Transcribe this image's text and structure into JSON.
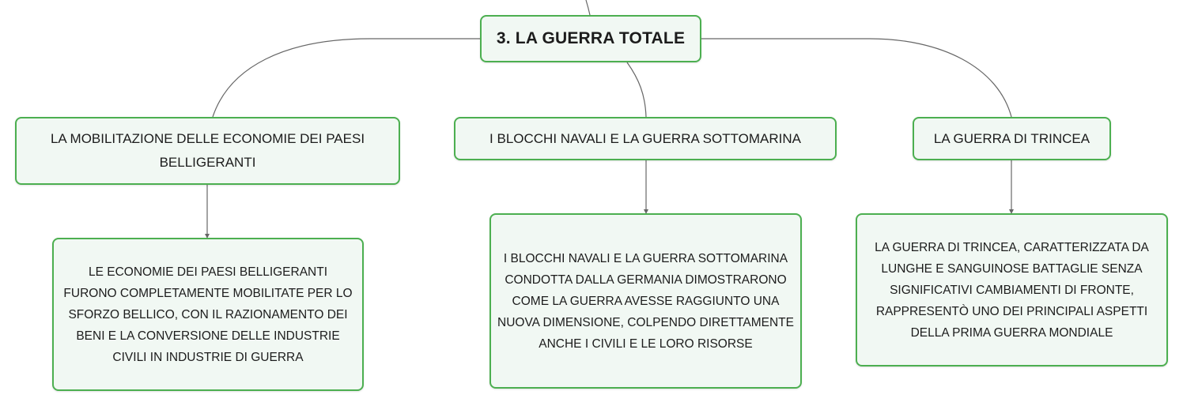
{
  "diagram": {
    "root": {
      "label": "3. LA GUERRA TOTALE"
    },
    "branches": [
      {
        "label": "LA MOBILITAZIONE DELLE ECONOMIE DEI PAESI BELLIGERANTI",
        "detail": "LE ECONOMIE DEI PAESI BELLIGERANTI FURONO COMPLETAMENTE MOBILITATE PER LO SFORZO BELLICO, CON IL RAZIONAMENTO DEI BENI E LA CONVERSIONE DELLE INDUSTRIE CIVILI IN INDUSTRIE DI GUERRA"
      },
      {
        "label": "I BLOCCHI NAVALI E LA GUERRA SOTTOMARINA",
        "detail": "I BLOCCHI NAVALI E LA GUERRA SOTTOMARINA CONDOTTA DALLA GERMANIA DIMOSTRARONO COME LA GUERRA AVESSE RAGGIUNTO UNA NUOVA DIMENSIONE, COLPENDO DIRETTAMENTE ANCHE I CIVILI E LE LORO RISORSE"
      },
      {
        "label": "LA GUERRA DI TRINCEA",
        "detail": "LA GUERRA DI TRINCEA, CARATTERIZZATA DA LUNGHE E SANGUINOSE BATTAGLIE SENZA SIGNIFICATIVI CAMBIAMENTI DI FRONTE, RAPPRESENTÒ UNO DEI PRINCIPALI ASPETTI DELLA PRIMA GUERRA MONDIALE"
      }
    ],
    "colors": {
      "node_border": "#4caf50",
      "node_fill": "#f1f8f3",
      "connector": "#666666",
      "text": "#1c1c1c"
    }
  }
}
